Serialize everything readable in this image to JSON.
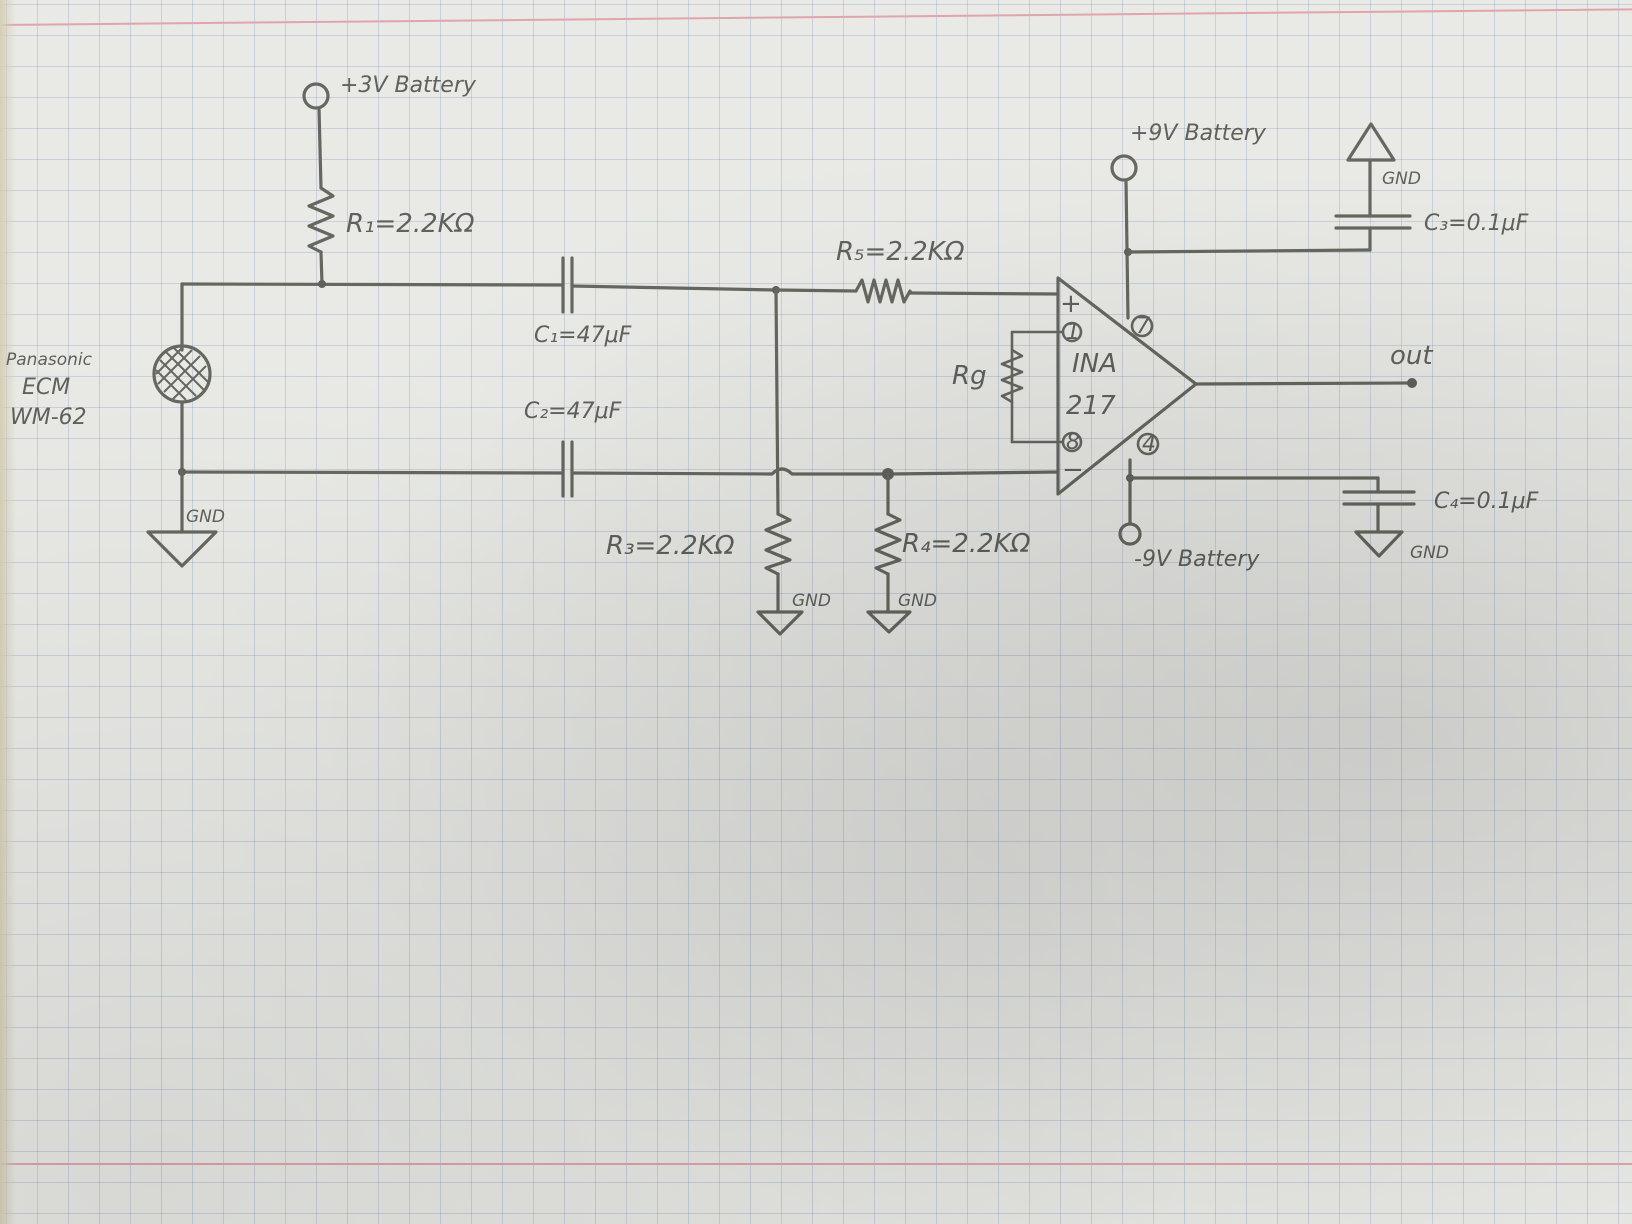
{
  "labels": {
    "battery_3v": "+3V Battery",
    "r1": "R₁=2.2KΩ",
    "c1": "C₁=47μF",
    "c2": "C₂=47μF",
    "r5": "R₅=2.2KΩ",
    "r3": "R₃=2.2KΩ",
    "r4": "R₄=2.2KΩ",
    "mic_brand": "Panasonic",
    "mic_type": "ECM",
    "mic_model": "WM-62",
    "rg": "Rg",
    "ina_name": "INA",
    "ina_num": "217",
    "pin_plus": "+",
    "pin_minus": "−",
    "pin1": "1",
    "pin8": "8",
    "pin7": "7",
    "pin4": "4",
    "battery_9v_pos": "+9V Battery",
    "battery_9v_neg": "-9V Battery",
    "c3": "C₃=0.1μF",
    "c4": "C₄=0.1μF",
    "out": "out",
    "gnd": "GND"
  },
  "colors": {
    "pencil": "#66685f",
    "paper": "#e9eae6",
    "grid": "#8a9cc6",
    "margin_line": "#e2a3ad"
  }
}
